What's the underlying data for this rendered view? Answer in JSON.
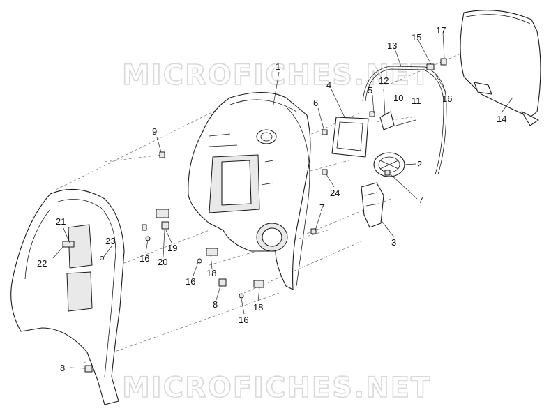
{
  "watermark": {
    "top": "MICROFICHES.NET",
    "bottom": "MICROFICHES.NET"
  },
  "callouts": [
    {
      "id": "c1",
      "text": "1"
    },
    {
      "id": "c2",
      "text": "2"
    },
    {
      "id": "c3",
      "text": "3"
    },
    {
      "id": "c4",
      "text": "4"
    },
    {
      "id": "c5",
      "text": "5"
    },
    {
      "id": "c6",
      "text": "6"
    },
    {
      "id": "c7a",
      "text": "7"
    },
    {
      "id": "c7b",
      "text": "7"
    },
    {
      "id": "c8a",
      "text": "8"
    },
    {
      "id": "c8b",
      "text": "8"
    },
    {
      "id": "c9",
      "text": "9"
    },
    {
      "id": "c10",
      "text": "10"
    },
    {
      "id": "c11",
      "text": "11"
    },
    {
      "id": "c12",
      "text": "12"
    },
    {
      "id": "c13",
      "text": "13"
    },
    {
      "id": "c14",
      "text": "14"
    },
    {
      "id": "c15",
      "text": "15"
    },
    {
      "id": "c16a",
      "text": "16"
    },
    {
      "id": "c16b",
      "text": "16"
    },
    {
      "id": "c16c",
      "text": "16"
    },
    {
      "id": "c16d",
      "text": "16"
    },
    {
      "id": "c17",
      "text": "17"
    },
    {
      "id": "c18a",
      "text": "18"
    },
    {
      "id": "c18b",
      "text": "18"
    },
    {
      "id": "c19",
      "text": "19"
    },
    {
      "id": "c20",
      "text": "20"
    },
    {
      "id": "c21",
      "text": "21"
    },
    {
      "id": "c22",
      "text": "22"
    },
    {
      "id": "c23",
      "text": "23"
    },
    {
      "id": "c24",
      "text": "24"
    }
  ]
}
